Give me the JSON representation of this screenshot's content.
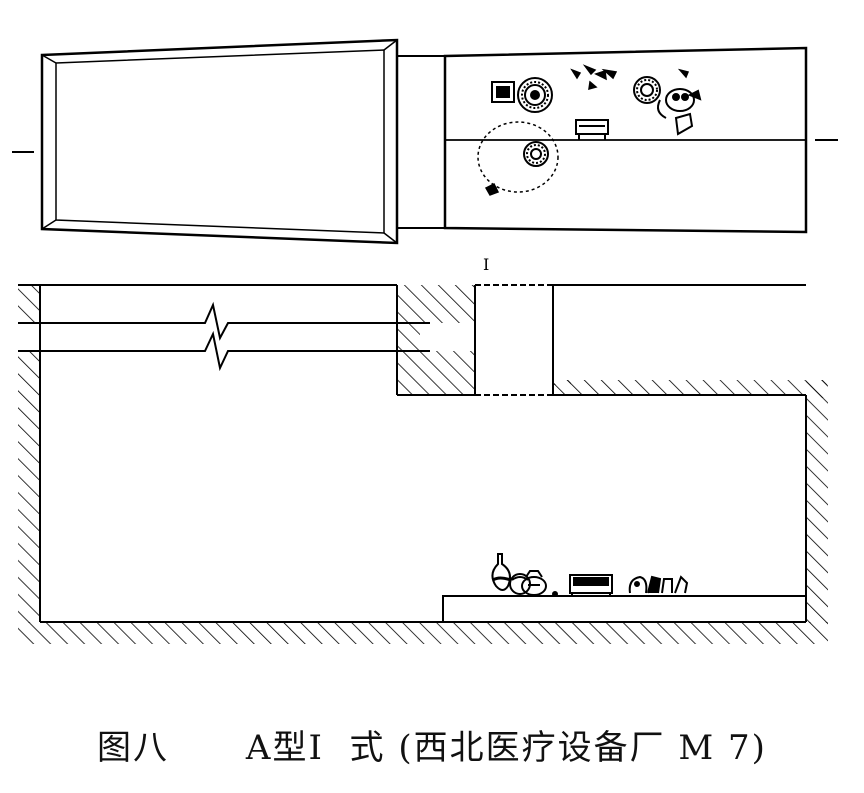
{
  "figure": {
    "caption_parts": [
      "图八",
      "A型I",
      "式 (西北医疗设备厂",
      "M 7)"
    ],
    "section_marker": "I"
  }
}
